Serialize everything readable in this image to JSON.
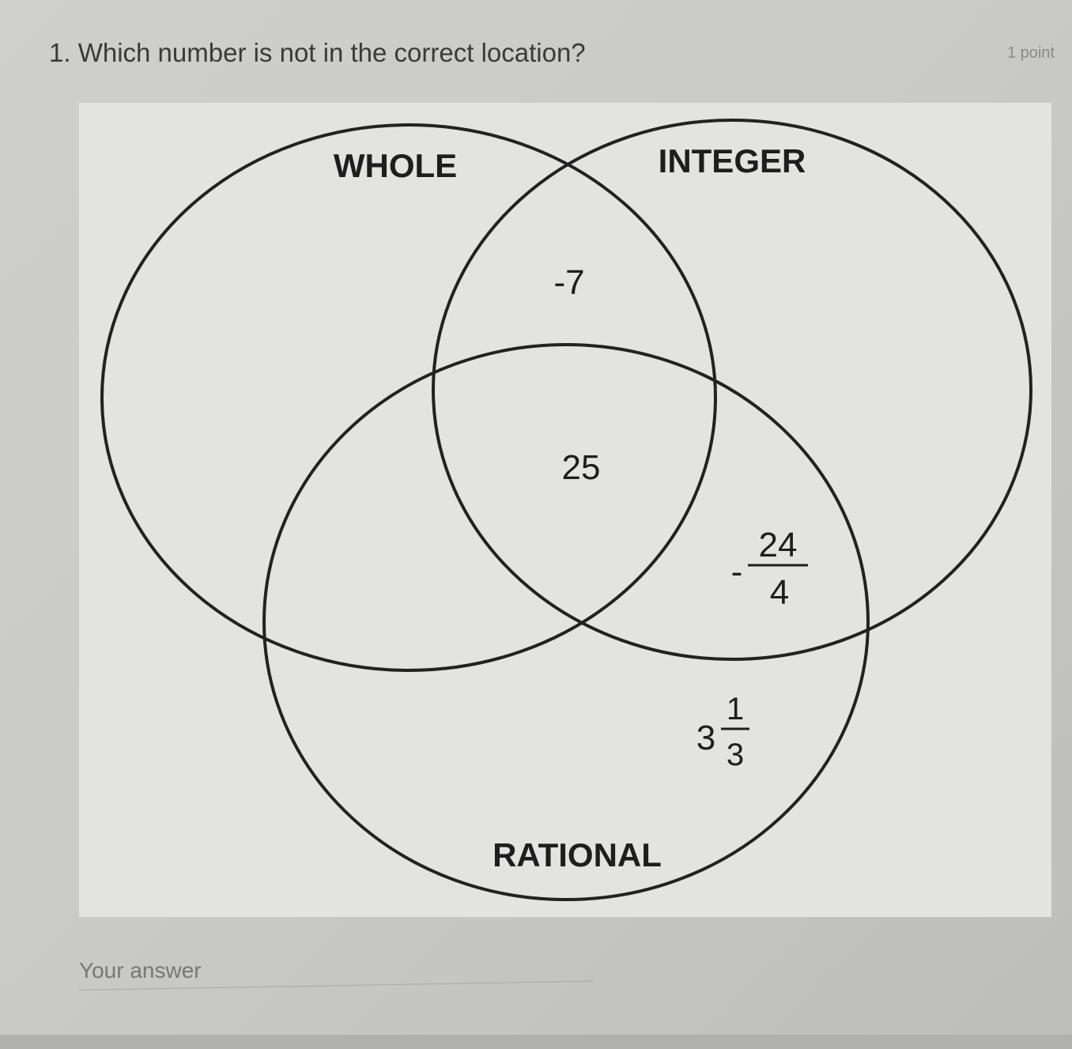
{
  "question": {
    "title": "1. Which number is not in the correct location?",
    "points": "1 point"
  },
  "venn": {
    "sets": [
      "WHOLE",
      "INTEGER",
      "RATIONAL"
    ],
    "items": {
      "whole_integer": "-7",
      "all_three": "25",
      "integer_rational_sign": "-",
      "integer_rational_num": "24",
      "integer_rational_den": "4",
      "rational_only_whole": "3",
      "rational_only_num": "1",
      "rational_only_den": "3"
    }
  },
  "answer": {
    "placeholder": "Your answer"
  }
}
